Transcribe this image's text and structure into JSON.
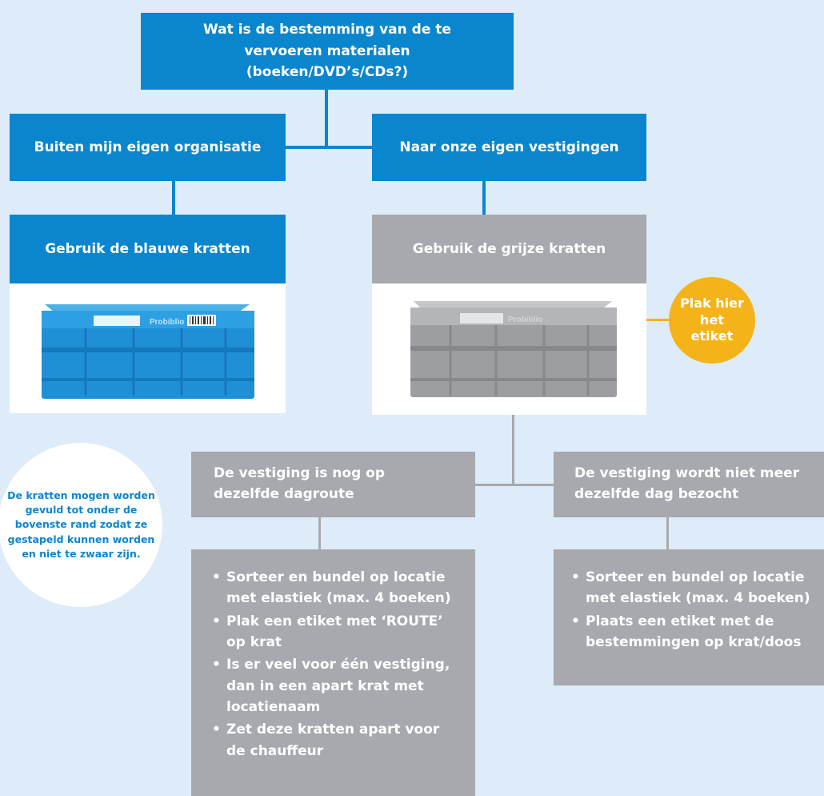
{
  "question": "Wat is de bestemming van de te vervoeren materialen (boeken/DVD’s/CDs?)",
  "branch_left": "Buiten mijn eigen organisatie",
  "branch_right": "Naar onze eigen vestigingen",
  "use_blue": "Gebruik de blauwe kratten",
  "use_grey": "Gebruik de grijze kratten",
  "crate_brand": "Probiblio",
  "label_callout": "Plak hier het etiket",
  "fill_note": "De kratten mogen worden gevuld tot onder de bovenste rand zodat ze gestapeld kunnen worden en niet te zwaar zijn.",
  "same_route": "De vestiging is nog op dezelfde dagroute",
  "not_same_day": "De vestiging wordt niet meer dezelfde dag bezocht",
  "same_route_steps": [
    "Sorteer en bundel op locatie met elastiek (max. 4 boeken)",
    "Plak een etiket met ‘ROUTE’ op krat",
    "Is er veel voor één vestiging, dan in een apart krat met locatienaam",
    "Zet deze kratten apart voor de chauffeur"
  ],
  "not_same_day_steps": [
    "Sorteer en bundel op locatie met elastiek (max. 4 boeken)",
    "Plaats een etiket met de bestemmingen op krat/doos"
  ],
  "colors": {
    "background": "#ddecf8",
    "blue": "#0a86cf",
    "grey": "#a7a9ae",
    "yellow": "#f5b31a"
  }
}
